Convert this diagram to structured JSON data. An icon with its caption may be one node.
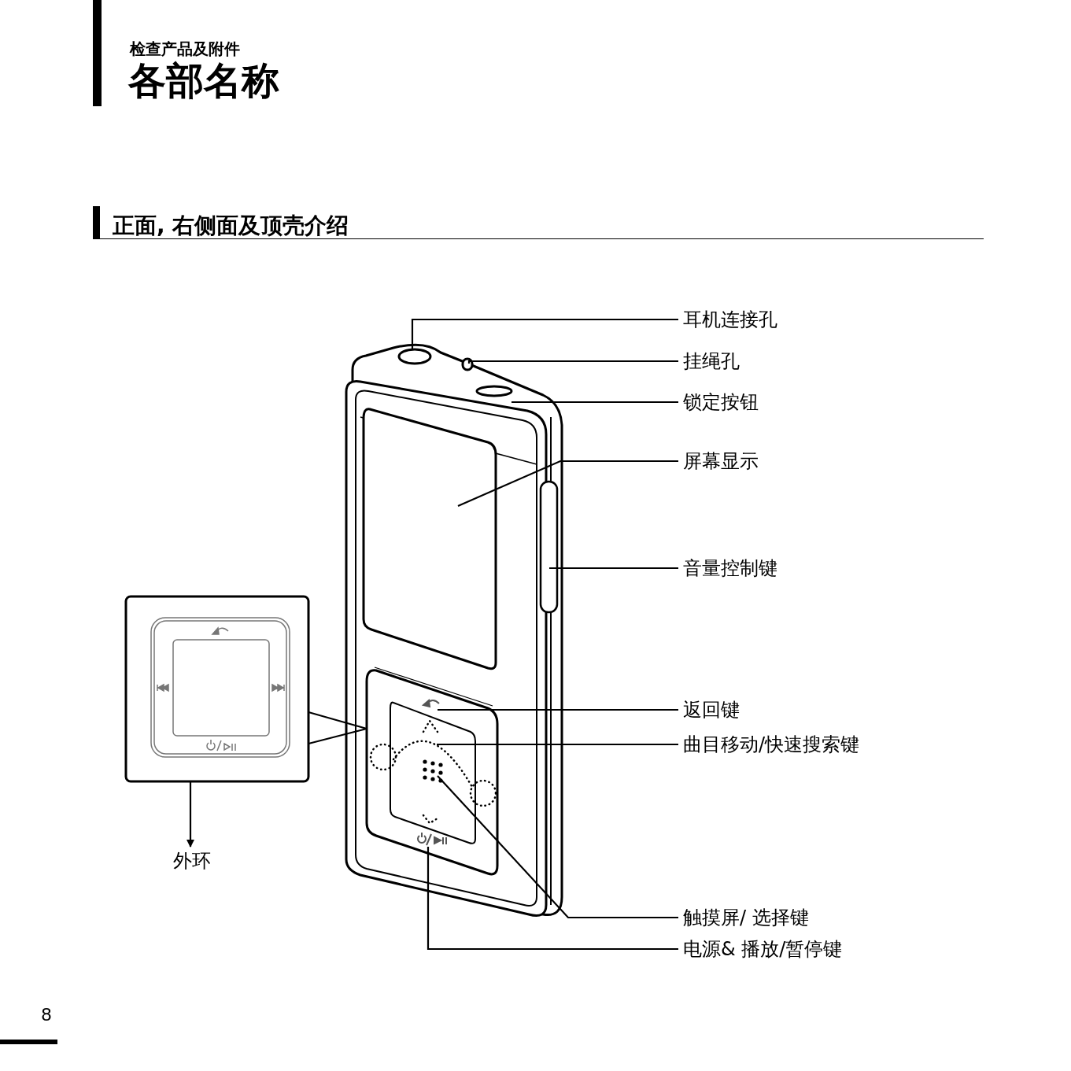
{
  "diagram": {
    "title": "各部名称",
    "nodes": [
      {
        "text": [
          "耳机连接孔"
        ]
      },
      {
        "text": [],
        "shape": "circle"
      },
      {
        "text": [
          "挂绳孔"
        ]
      },
      {
        "text": [],
        "shape": "box"
      },
      {
        "text": [
          "锁定按钮"
        ]
      },
      {
        "text": [],
        "shape": "circle"
      },
      {
        "text": [
          "屏幕显示"
        ]
      },
      {
        "text": [],
        "shape": "box"
      },
      {
        "text": [
          "音量控制键"
        ]
      },
      {
        "text": [],
        "shape": "bar"
      },
      {
        "text": [
          "返回键"
        ]
      },
      {
        "text": [],
        "shape": "icon",
        "in": 18
      },
      {
        "text": [
          "曲目移动/快速搜索键"
        ]
      },
      {
        "text": [],
        "shape": "circle",
        "in": 18
      },
      {
        "text": [
          "触摸屏/ 选择键"
        ]
      },
      {
        "text": [],
        "shape": "dots",
        "in": 13
      },
      {
        "text": [
          "电源& 播放/暂停键"
        ]
      },
      {
        "text": [],
        "shape": "icon",
        "in": 18
      },
      {
        "text": [],
        "shape": "box"
      },
      {
        "text": [],
        "shape": "box"
      },
      {
        "text": [
          "外环"
        ]
      }
    ],
    "edges": [
      {
        "from": 0,
        "to": 1,
        "arrow": "none"
      },
      {
        "from": 2,
        "to": 3,
        "arrow": "none"
      },
      {
        "from": 4,
        "to": 5,
        "arrow": "none"
      },
      {
        "from": 6,
        "to": 7,
        "arrow": "none"
      },
      {
        "from": 8,
        "to": 9,
        "arrow": "none"
      },
      {
        "from": 10,
        "to": 11,
        "arrow": "none"
      },
      {
        "from": 12,
        "to": 13,
        "arrow": "none"
      },
      {
        "from": 14,
        "to": 15,
        "arrow": "none"
      },
      {
        "from": 16,
        "to": 17,
        "arrow": "none"
      },
      {
        "from": 18,
        "to": 19,
        "arrow": "none"
      },
      {
        "from": 19,
        "to": 20,
        "arrow": "to"
      }
    ],
    "labels": [
      "检查产品及附件",
      "正面, 右侧面及顶壳介绍",
      "8"
    ]
  }
}
